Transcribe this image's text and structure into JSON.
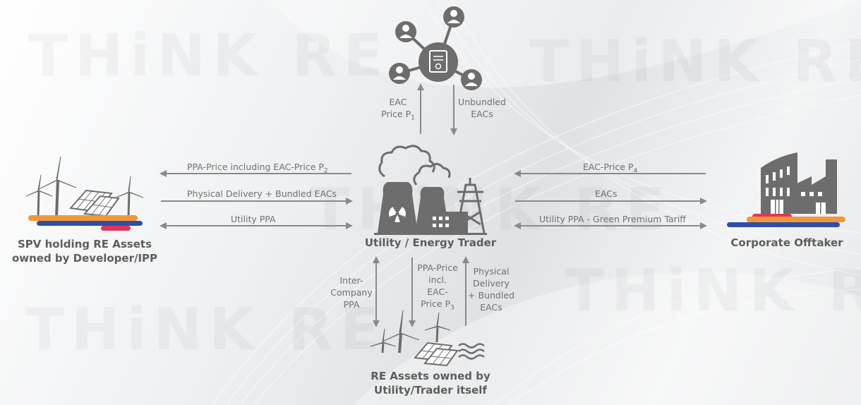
{
  "watermark": "THiNK RE",
  "nodes": {
    "spv": [
      "SPV holding RE Assets",
      "owned by Developer/IPP"
    ],
    "utility": "Utility / Energy Trader",
    "corporate": "Corporate Offtaker",
    "re_assets": [
      "RE Assets owned by",
      "Utility/Trader itself"
    ]
  },
  "flows": {
    "eac_price_p1": {
      "line1": "EAC",
      "line2": "Price P",
      "sub": "1"
    },
    "unbundled_eacs": [
      "Unbundled",
      "EACs"
    ],
    "ppa_price_p2": {
      "text": "PPA-Price including EAC-Price P",
      "sub": "2"
    },
    "physical_delivery_bundled": "Physical Delivery + Bundled EACs",
    "utility_ppa": "Utility PPA",
    "eac_price_p4": {
      "text": "EAC-Price P",
      "sub": "4"
    },
    "eacs": "EACs",
    "utility_ppa_green": "Utility PPA - Green Premium Tariff",
    "inter_company_ppa": [
      "Inter-",
      "Company",
      "PPA"
    ],
    "ppa_price_p3": {
      "lines": [
        "PPA-Price",
        "incl.",
        "EAC-"
      ],
      "last": "Price P",
      "sub": "3"
    },
    "physical_delivery_bottom": [
      "Physical",
      "Delivery",
      "+ Bundled",
      "EACs"
    ]
  },
  "colors": {
    "icon_gray": "#6d6d6d",
    "arrow_gray": "#8a8a8a",
    "bar_orange": "#f2963a",
    "bar_blue": "#2e4fa8",
    "bar_red": "#e3345c"
  }
}
